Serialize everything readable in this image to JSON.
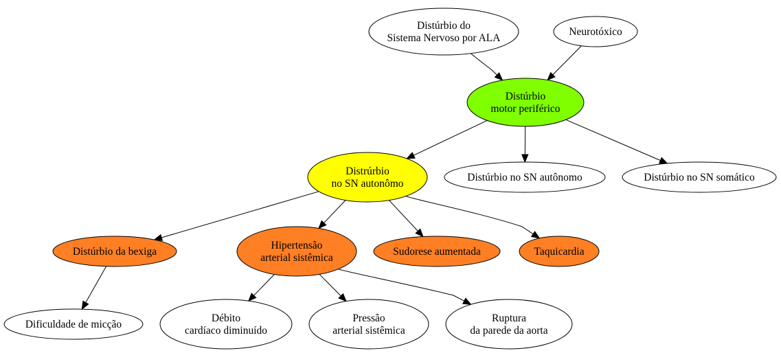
{
  "colors": {
    "green": "#7fff00",
    "yellow": "#ffff00",
    "orange": "#ff7f24",
    "white": "#ffffff"
  },
  "nodes": {
    "disturbio_sn_ala": {
      "lines": [
        "Distúrbio do",
        "Sistema Nervoso por ALA"
      ],
      "fill": "white"
    },
    "neurotoxico": {
      "lines": [
        "Neurotóxico"
      ],
      "fill": "white"
    },
    "disturbio_motor": {
      "lines": [
        "Distúrbio",
        "motor periférico"
      ],
      "fill": "green"
    },
    "distrurbio_sn_autonomo": {
      "lines": [
        "Distrúrbio",
        "no SN autonômo"
      ],
      "fill": "yellow"
    },
    "disturbio_sn_autonomo2": {
      "lines": [
        "Distúrbio no SN autônomo"
      ],
      "fill": "white"
    },
    "disturbio_sn_somatico": {
      "lines": [
        "Distúrbio no SN somático"
      ],
      "fill": "white"
    },
    "disturbio_bexiga": {
      "lines": [
        "Distúrbio da bexiga"
      ],
      "fill": "orange"
    },
    "hipertensao": {
      "lines": [
        "Hipertensão",
        "arterial sistêmica"
      ],
      "fill": "orange"
    },
    "sudorese": {
      "lines": [
        "Sudorese aumentada"
      ],
      "fill": "orange"
    },
    "taquicardia": {
      "lines": [
        "Taquicardia"
      ],
      "fill": "orange"
    },
    "dificuldade_miccao": {
      "lines": [
        "Dificuldade de micção"
      ],
      "fill": "white"
    },
    "debito": {
      "lines": [
        "Débito",
        "cardíaco diminuído"
      ],
      "fill": "white"
    },
    "pressao": {
      "lines": [
        "Pressão",
        "arterial sistêmica"
      ],
      "fill": "white"
    },
    "ruptura": {
      "lines": [
        "Ruptura",
        "da parede da aorta"
      ],
      "fill": "white"
    }
  },
  "edges": [
    [
      "disturbio_sn_ala",
      "disturbio_motor"
    ],
    [
      "neurotoxico",
      "disturbio_motor"
    ],
    [
      "disturbio_motor",
      "distrurbio_sn_autonomo"
    ],
    [
      "disturbio_motor",
      "disturbio_sn_autonomo2"
    ],
    [
      "disturbio_motor",
      "disturbio_sn_somatico"
    ],
    [
      "distrurbio_sn_autonomo",
      "disturbio_bexiga"
    ],
    [
      "distrurbio_sn_autonomo",
      "hipertensao"
    ],
    [
      "distrurbio_sn_autonomo",
      "sudorese"
    ],
    [
      "distrurbio_sn_autonomo",
      "taquicardia"
    ],
    [
      "disturbio_bexiga",
      "dificuldade_miccao"
    ],
    [
      "hipertensao",
      "debito"
    ],
    [
      "hipertensao",
      "pressao"
    ],
    [
      "hipertensao",
      "ruptura"
    ]
  ]
}
